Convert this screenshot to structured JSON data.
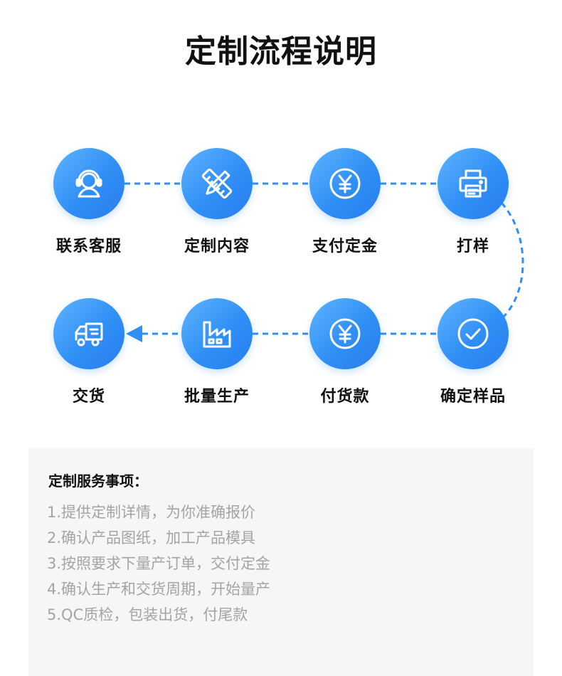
{
  "page_title": "定制流程说明",
  "steps": [
    {
      "label": "联系客服",
      "icon": "customer-service-icon"
    },
    {
      "label": "定制内容",
      "icon": "pencil-ruler-icon"
    },
    {
      "label": "支付定金",
      "icon": "yuan-coin-icon"
    },
    {
      "label": "打样",
      "icon": "printer-icon"
    },
    {
      "label": "确定样品",
      "icon": "check-circle-icon"
    },
    {
      "label": "付货款",
      "icon": "yuan-coin-icon"
    },
    {
      "label": "批量生产",
      "icon": "factory-icon"
    },
    {
      "label": "交货",
      "icon": "delivery-truck-icon"
    }
  ],
  "notes": {
    "heading": "定制服务事项：",
    "items": [
      "1.提供定制详情，为你准确报价",
      "2.确认产品图纸，加工产品模具",
      "3.按照要求下量产订单，交付定金",
      "4.确认生产和交货周期，开始量产",
      "5.QC质检，包装出货，付尾款"
    ]
  },
  "colors": {
    "accent": "#2f8ff5",
    "accent_light": "#5fb4ff",
    "title": "#111111",
    "note_text": "#a4a4a4",
    "panel_bg": "#f6f6f6"
  }
}
